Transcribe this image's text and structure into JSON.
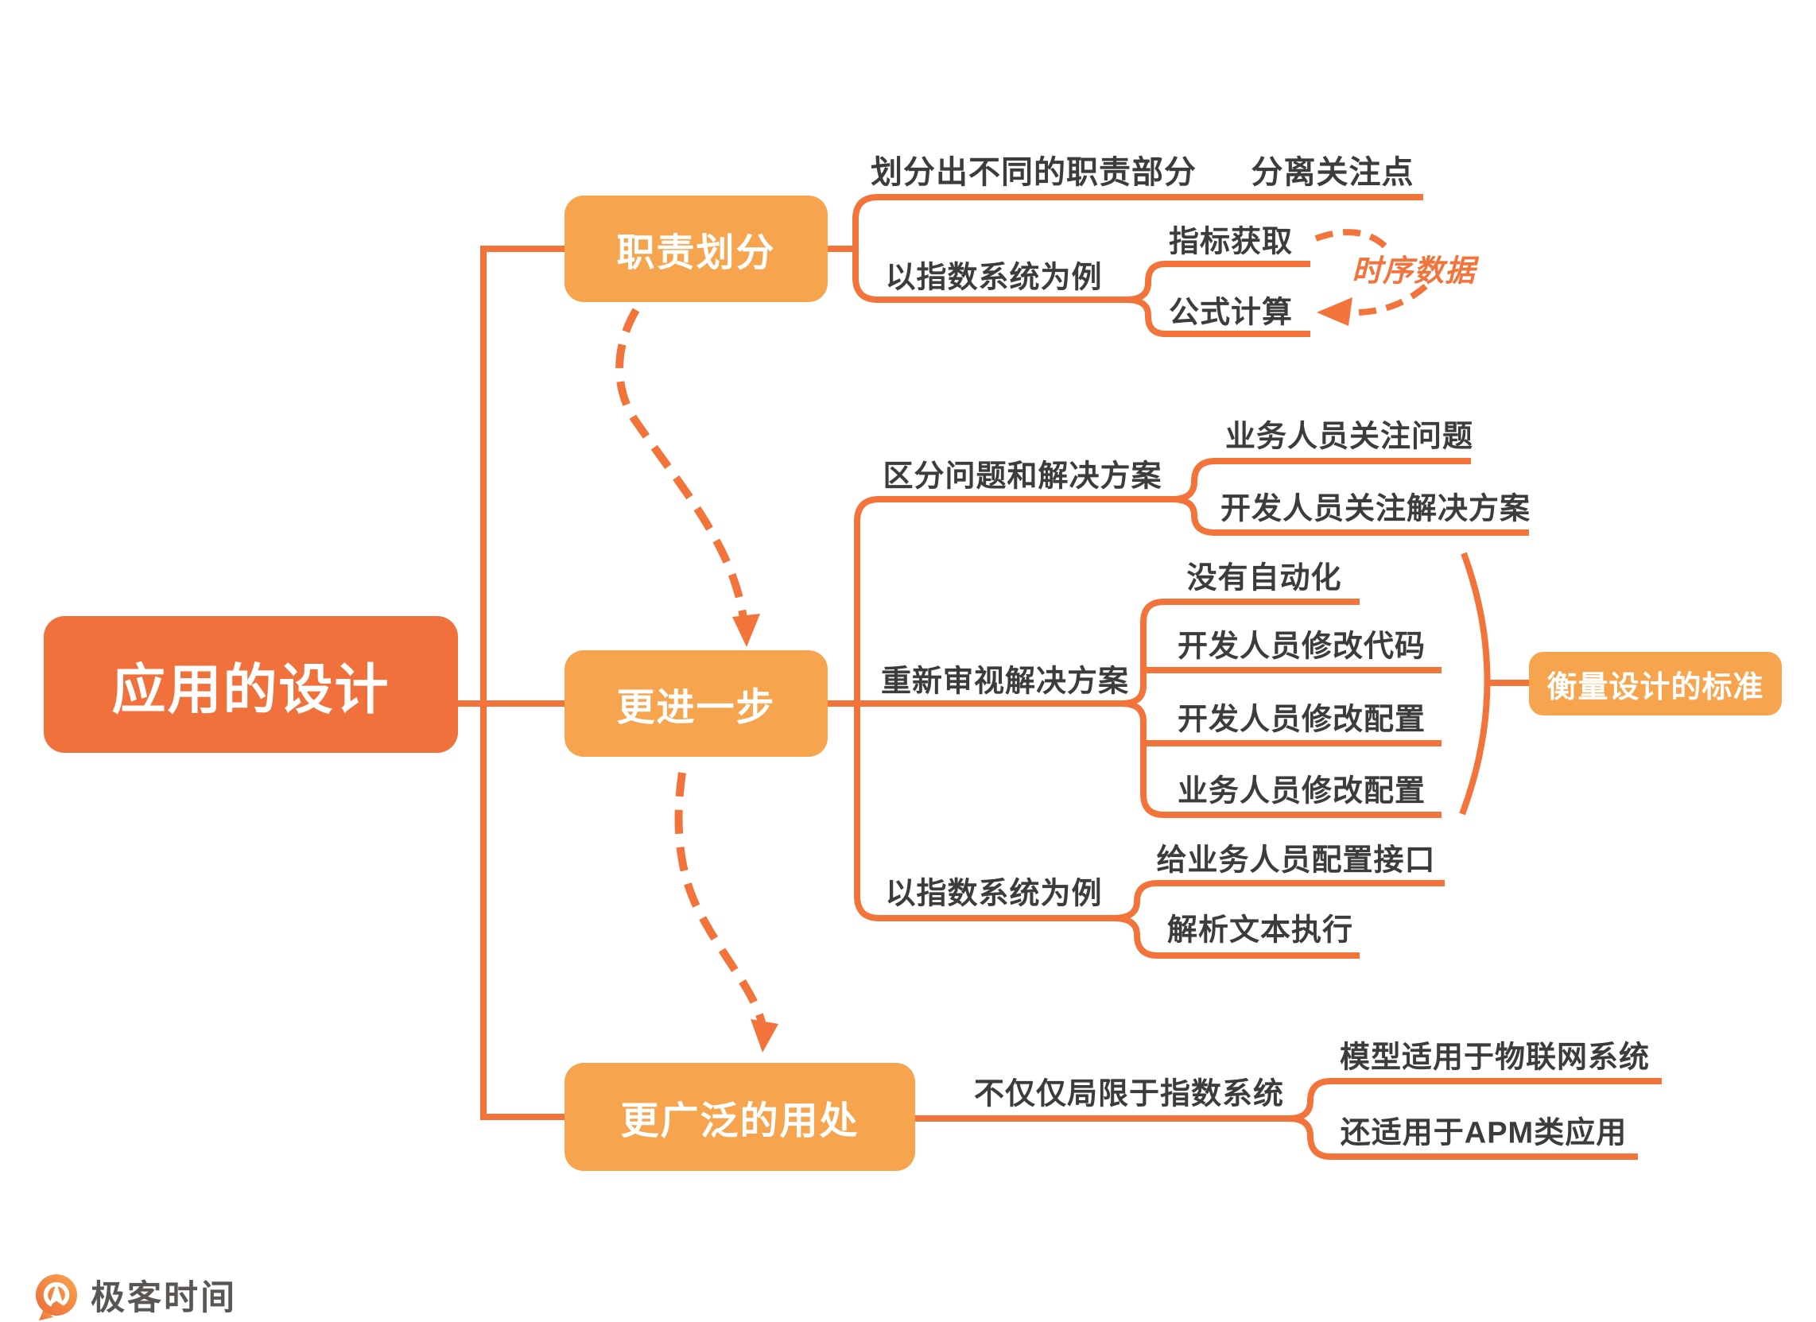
{
  "colors": {
    "accent": "#F2743B",
    "root_fill": "#F0713C",
    "topic_fill": "#F6A44E",
    "text_dark": "#3C3C3C",
    "logo_text": "#5A5653",
    "background": "#FFFFFF"
  },
  "root": {
    "label": "应用的设计"
  },
  "branches": [
    {
      "label": "职责划分",
      "children": [
        {
          "label": "划分出不同的职责部分",
          "children": [
            {
              "label": "分离关注点"
            }
          ]
        },
        {
          "label": "以指数系统为例",
          "children": [
            {
              "label": "指标获取"
            },
            {
              "label": "公式计算"
            }
          ]
        }
      ]
    },
    {
      "label": "更进一步",
      "children": [
        {
          "label": "区分问题和解决方案",
          "children": [
            {
              "label": "业务人员关注问题"
            },
            {
              "label": "开发人员关注解决方案"
            }
          ]
        },
        {
          "label": "重新审视解决方案",
          "children": [
            {
              "label": "没有自动化"
            },
            {
              "label": "开发人员修改代码"
            },
            {
              "label": "开发人员修改配置"
            },
            {
              "label": "业务人员修改配置"
            }
          ]
        },
        {
          "label": "以指数系统为例",
          "children": [
            {
              "label": "给业务人员配置接口"
            },
            {
              "label": "解析文本执行"
            }
          ]
        }
      ]
    },
    {
      "label": "更广泛的用处",
      "children": [
        {
          "label": "不仅仅局限于指数系统",
          "children": [
            {
              "label": "模型适用于物联网系统"
            },
            {
              "label": "还适用于APM类应用"
            }
          ]
        }
      ]
    }
  ],
  "relationship": {
    "label": "时序数据"
  },
  "summary": {
    "label": "衡量设计的标准"
  },
  "logo": {
    "text": "极客时间"
  }
}
